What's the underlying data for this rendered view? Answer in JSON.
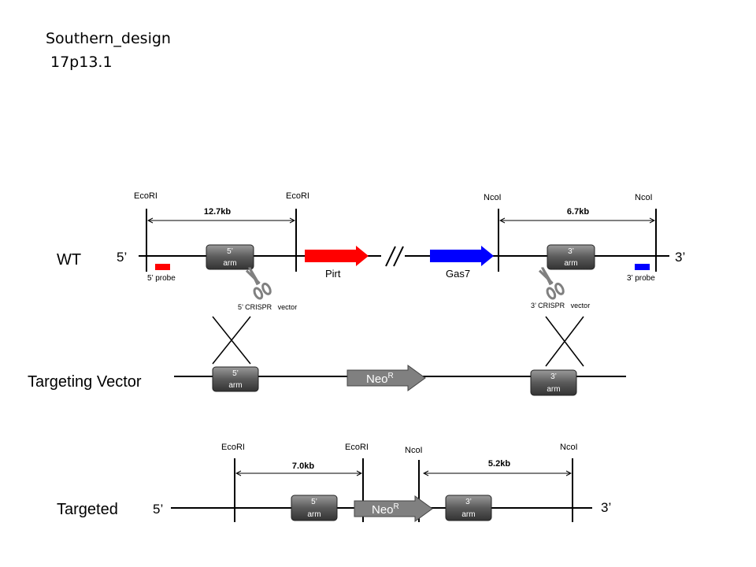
{
  "header": {
    "title": "Southern_design",
    "locus": "17p13.1"
  },
  "wt": {
    "label": "WT",
    "end5": "5’",
    "end3": "3’",
    "site1": "EcoRI",
    "site2": "EcoRI",
    "site3": "NcoI",
    "site4": "NcoI",
    "dist_left": "12.7kb",
    "dist_right": "6.7kb",
    "arm5_top": "5’",
    "arm5_bot": "arm",
    "arm3_top": "3’",
    "arm3_bot": "arm",
    "gene1": "Pirt",
    "gene2": "Gas7",
    "probe5": "5’ probe",
    "probe3": "3’ probe",
    "crispr5": "5’ CRISPR   vector",
    "crispr3": "3’ CRISPR   vector"
  },
  "vector": {
    "label": "Targeting Vector",
    "arm5_top": "5’",
    "arm5_bot": "arm",
    "arm3_top": "3’",
    "arm3_bot": "arm",
    "neo": "Neo",
    "neo_sup": "R"
  },
  "targeted": {
    "label": "Targeted",
    "end5": "5’",
    "end3": "3’",
    "site1": "EcoRI",
    "site2": "EcoRI",
    "site3": "NcoI",
    "site4": "NcoI",
    "dist_left": "7.0kb",
    "dist_right": "5.2kb",
    "arm5_top": "5’",
    "arm5_bot": "arm",
    "arm3_top": "3’",
    "arm3_bot": "arm",
    "neo": "Neo",
    "neo_sup": "R"
  },
  "colors": {
    "pirt": "#ff0000",
    "gas7": "#0000ff",
    "probe5": "#ff0000",
    "probe3": "#0000ff",
    "neo": "#808080",
    "arm_dark": "#404040",
    "arm_light": "#9a9a9a"
  }
}
